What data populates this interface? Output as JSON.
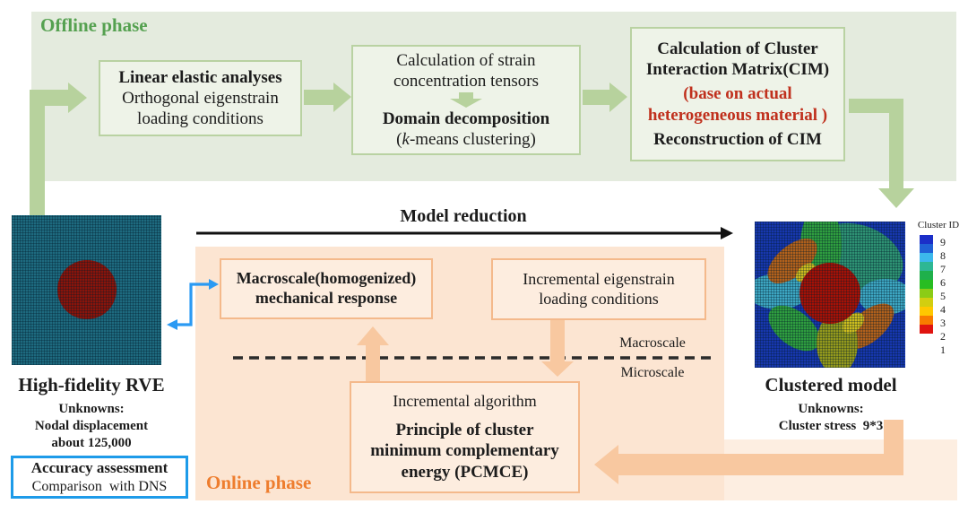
{
  "offline": {
    "label": "Offline phase",
    "linear_elastic_box": {
      "title": "Linear elastic analyses",
      "line2": "Orthogonal eigenstrain",
      "line3": "loading conditions"
    },
    "strain_box": {
      "line1": "Calculation of strain",
      "line2": "concentration tensors",
      "title": "Domain decomposition",
      "k_open": "(",
      "k_char": "k",
      "k_rest": "-means clustering)"
    },
    "cim_box": {
      "line1": "Calculation of Cluster",
      "line2": "Interaction Matrix(CIM)",
      "red1": "(base on actual",
      "red2": "heterogeneous material )",
      "line3": "Reconstruction of CIM"
    }
  },
  "model_reduction_label": "Model reduction",
  "online": {
    "label": "Online phase",
    "macro_box": {
      "line1": "Macroscale(homogenized)",
      "line2": "mechanical response"
    },
    "eigen_box": {
      "line1": "Incremental eigenstrain",
      "line2": "loading conditions"
    },
    "pcmce_box": {
      "line1": "Incremental algorithm",
      "bold1": "Principle of cluster",
      "bold2": "minimum complementary",
      "bold3": "energy (PCMCE)"
    },
    "scale_divider": {
      "above": "Macroscale",
      "below": "Microscale"
    }
  },
  "rve": {
    "title": "High-fidelity RVE",
    "unknowns_label": "Unknowns:",
    "line1": "Nodal displacement",
    "line2": "about 125,000"
  },
  "accuracy_box": {
    "title": "Accuracy assessment",
    "line2": "Comparison  with DNS"
  },
  "clustered": {
    "title": "Clustered model",
    "unknowns_label": "Unknowns:",
    "line1": "Cluster stress  9*3"
  },
  "legend": {
    "title": "Cluster ID",
    "labels": [
      "9",
      "8",
      "7",
      "6",
      "5",
      "4",
      "3",
      "2",
      "1"
    ],
    "colors": [
      "#1b2ec8",
      "#2061d6",
      "#3cb8ec",
      "#2eb794",
      "#1fb04b",
      "#28bd22",
      "#8bcc16",
      "#d2ce10",
      "#ffc800",
      "#f87c00",
      "#e01410"
    ]
  },
  "colors": {
    "offline_panel": "#e4ebde",
    "online_panel": "#fce5d2",
    "green_arrow": "#b7d29d",
    "orange_arrow": "#f8c8a0",
    "offline_accent": "#55a150",
    "online_accent": "#ee7d2e",
    "blue_arrow": "#2b9af3",
    "red_text": "#c0301d"
  }
}
